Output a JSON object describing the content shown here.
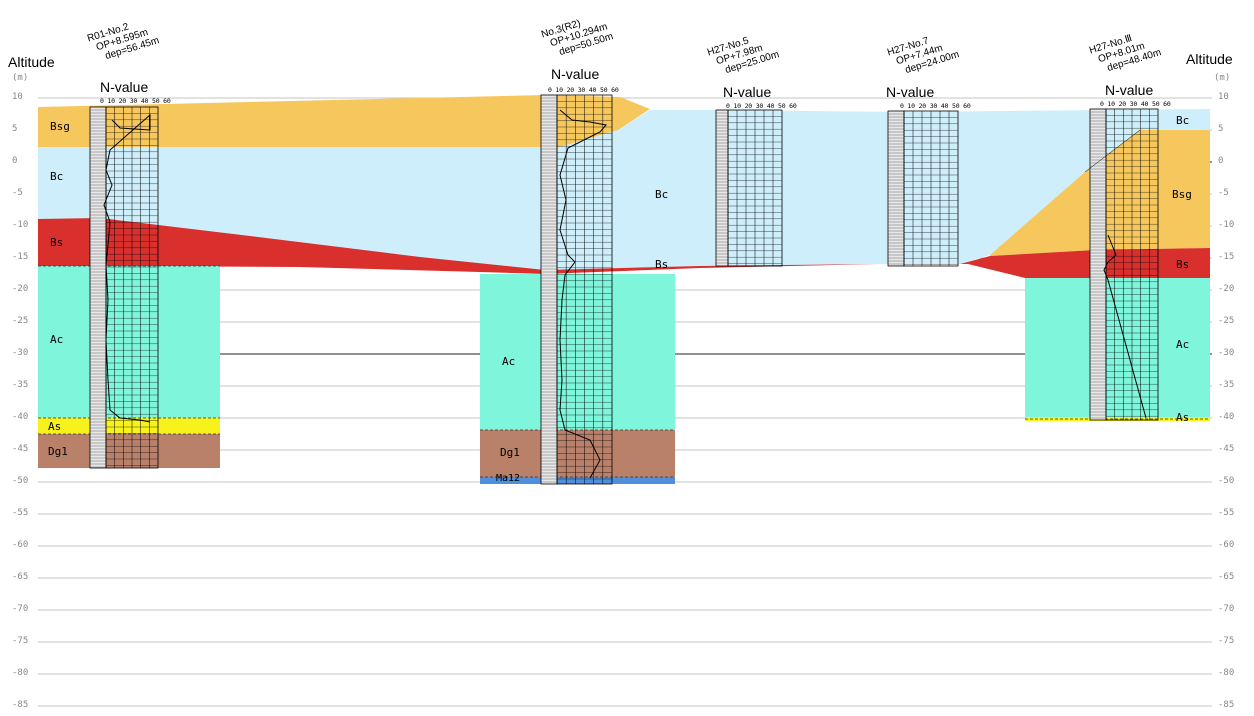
{
  "axis": {
    "title": "Altitude",
    "unit": "(m)",
    "ticks": [
      10,
      5,
      0,
      -5,
      -10,
      -15,
      -20,
      -25,
      -30,
      -35,
      -40,
      -45,
      -50,
      -55,
      -60,
      -65,
      -70,
      -75,
      -80,
      -85
    ]
  },
  "n_value_label": "N-value",
  "n_scale": "0 10 20 30 40 50 60",
  "colors": {
    "Bsg": "#f6c75d",
    "Bc": "#cdeefa",
    "Bs": "#d9302e",
    "Ac": "#7ff5dc",
    "As": "#f7f11c",
    "Dg1": "#b9806a",
    "Ma12": "#4f8fdc"
  },
  "boreholes": [
    {
      "id": "bh1",
      "name": "R01-No.2",
      "op": "OP+8.595m",
      "dep": "dep=56.45m"
    },
    {
      "id": "bh2",
      "name": "No.3(R2)",
      "op": "OP+10.294m",
      "dep": "dep=50.50m"
    },
    {
      "id": "bh3",
      "name": "H27-No.5",
      "op": "OP+7.98m",
      "dep": "dep=25.00m"
    },
    {
      "id": "bh4",
      "name": "H27-No.7",
      "op": "OP+7.44m",
      "dep": "dep=24.00m"
    },
    {
      "id": "bh5",
      "name": "H27-No.Ⅲ",
      "op": "OP+8.01m",
      "dep": "dep=48.40m"
    }
  ],
  "layer_labels": {
    "bsg_left": "Bsg",
    "bc_left": "Bc",
    "bs_left": "Bs",
    "ac_left": "Ac",
    "as_left": "As",
    "dg1_left": "Dg1",
    "bc_mid": "Bc",
    "bs_mid": "Bs",
    "ac_mid": "Ac",
    "dg1_mid": "Dg1",
    "ma12_mid": "Ma12",
    "bc_right": "Bc",
    "bsg_right": "Bsg",
    "bs_right": "Bs",
    "ac_right": "Ac",
    "as_right": "As"
  }
}
